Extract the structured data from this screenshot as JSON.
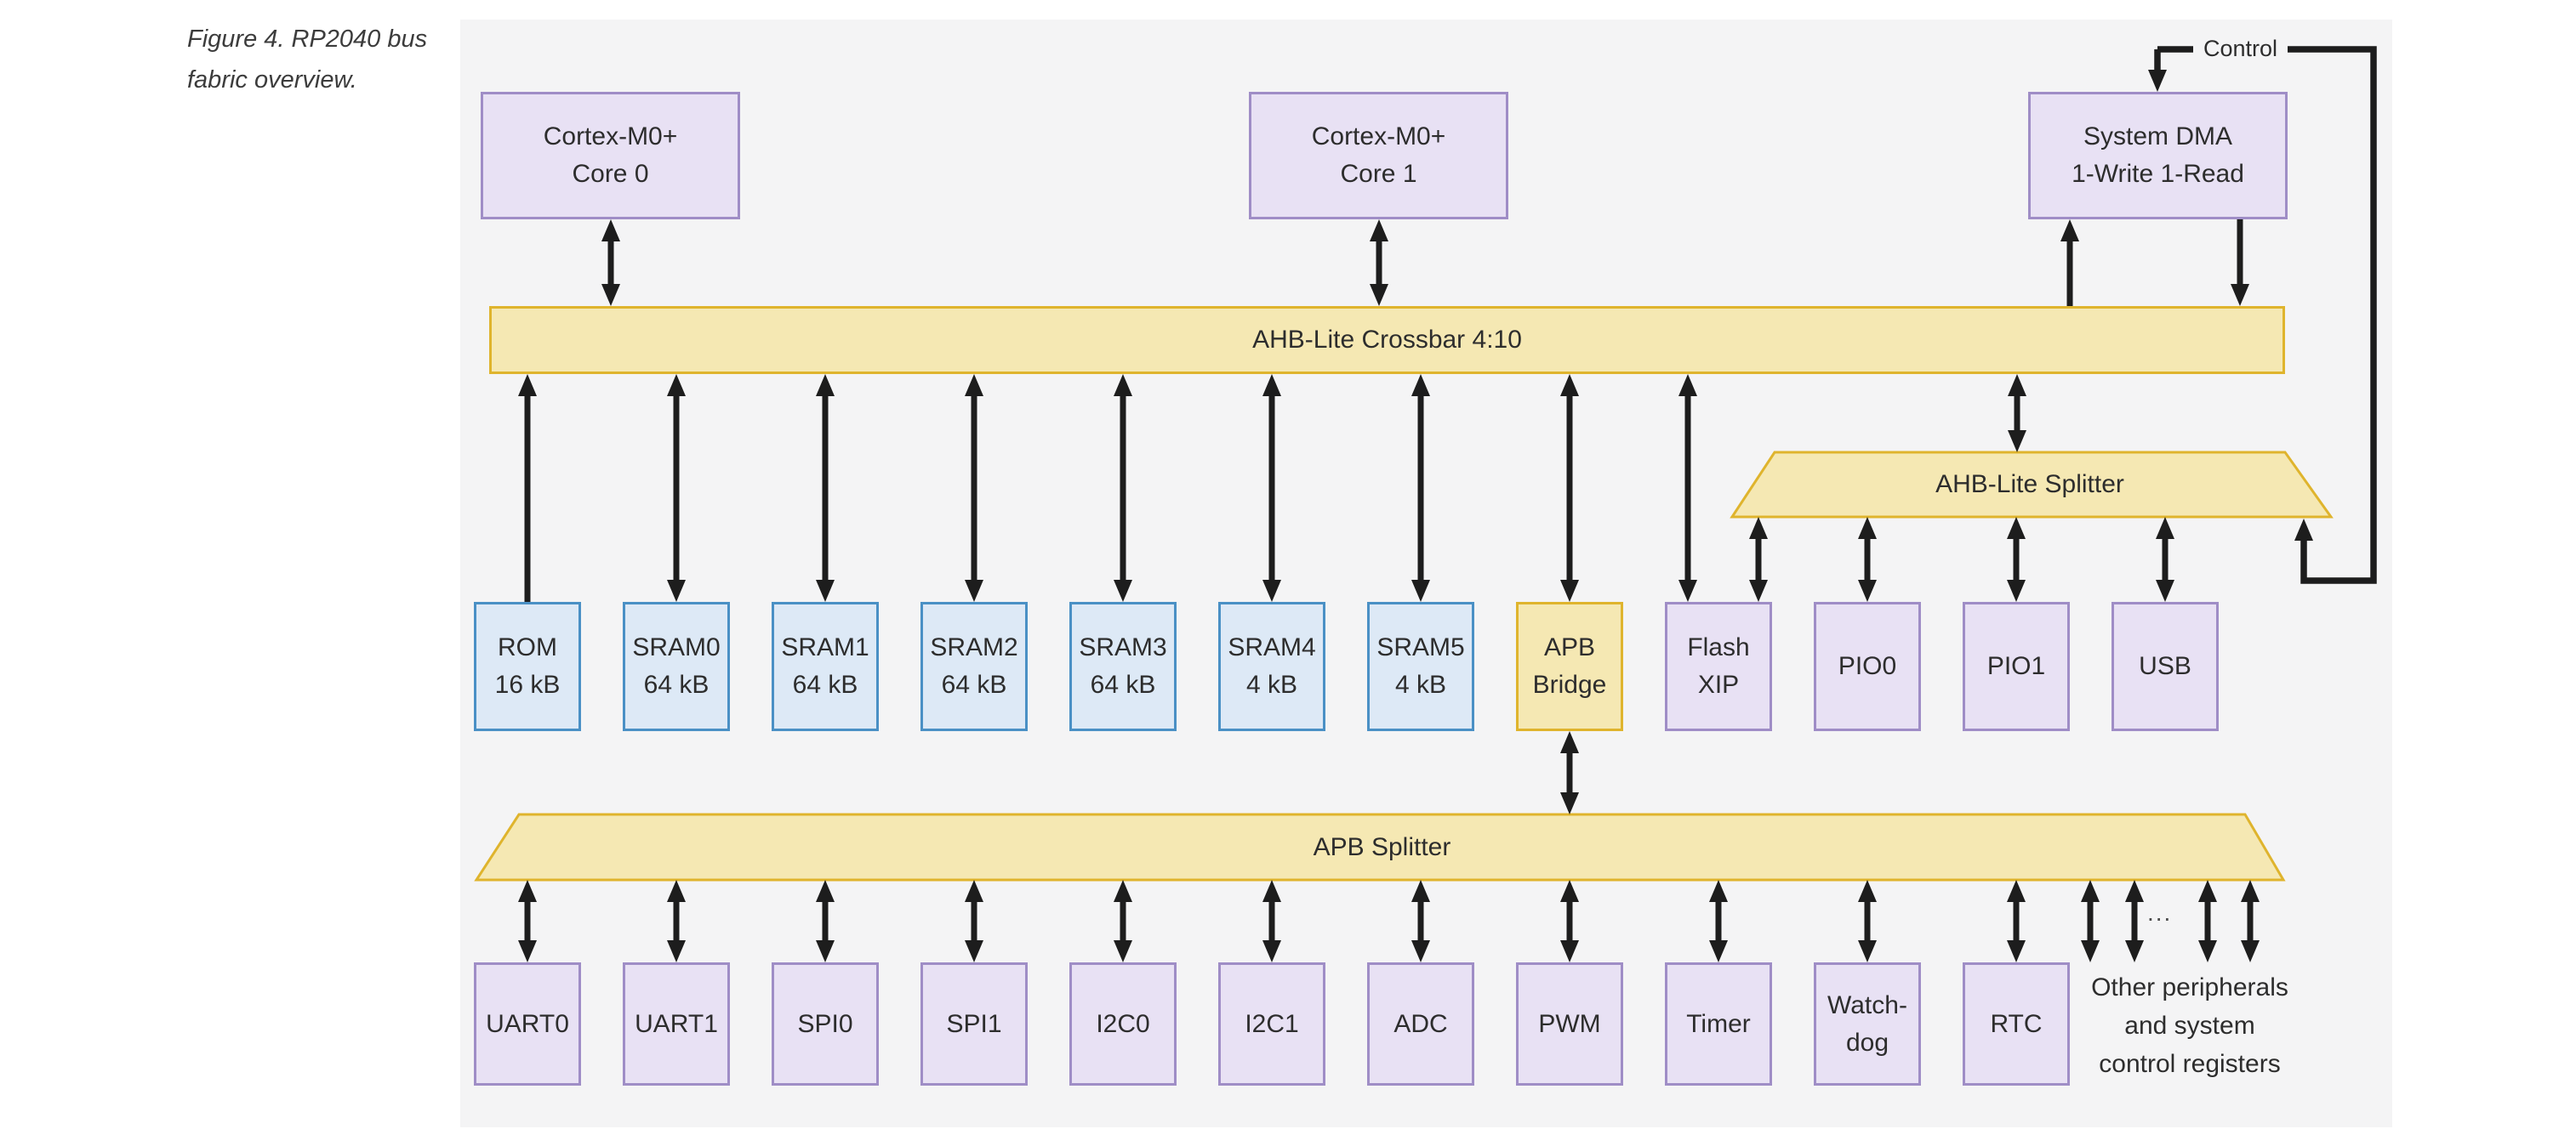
{
  "caption": {
    "line1": "Figure 4. RP2040 bus",
    "line2": "fabric overview."
  },
  "control_label": "Control",
  "crossbar_label": "AHB-Lite Crossbar 4:10",
  "ahb_splitter_label": "AHB-Lite Splitter",
  "apb_splitter_label": "APB Splitter",
  "cores": [
    {
      "lines": [
        "Cortex-M0+",
        "Core 0"
      ]
    },
    {
      "lines": [
        "Cortex-M0+",
        "Core 1"
      ]
    }
  ],
  "dma": {
    "lines": [
      "System DMA",
      "1-Write 1-Read"
    ]
  },
  "memory_row": [
    {
      "lines": [
        "ROM",
        "16 kB"
      ]
    },
    {
      "lines": [
        "SRAM0",
        "64 kB"
      ]
    },
    {
      "lines": [
        "SRAM1",
        "64 kB"
      ]
    },
    {
      "lines": [
        "SRAM2",
        "64 kB"
      ]
    },
    {
      "lines": [
        "SRAM3",
        "64 kB"
      ]
    },
    {
      "lines": [
        "SRAM4",
        "4 kB"
      ]
    },
    {
      "lines": [
        "SRAM5",
        "4 kB"
      ]
    }
  ],
  "apb_bridge": {
    "lines": [
      "APB",
      "Bridge"
    ]
  },
  "ahb_peripherals": [
    {
      "lines": [
        "Flash",
        "XIP"
      ]
    },
    {
      "lines": [
        "PIO0"
      ]
    },
    {
      "lines": [
        "PIO1"
      ]
    },
    {
      "lines": [
        "USB"
      ]
    }
  ],
  "apb_peripherals": [
    {
      "lines": [
        "UART0"
      ]
    },
    {
      "lines": [
        "UART1"
      ]
    },
    {
      "lines": [
        "SPI0"
      ]
    },
    {
      "lines": [
        "SPI1"
      ]
    },
    {
      "lines": [
        "I2C0"
      ]
    },
    {
      "lines": [
        "I2C1"
      ]
    },
    {
      "lines": [
        "ADC"
      ]
    },
    {
      "lines": [
        "PWM"
      ]
    },
    {
      "lines": [
        "Timer"
      ]
    },
    {
      "lines": [
        "Watch-",
        "dog"
      ]
    },
    {
      "lines": [
        "RTC"
      ]
    }
  ],
  "other_peripherals": {
    "ellipsis": "...",
    "lines": [
      "Other peripherals",
      "and system",
      "control registers"
    ]
  },
  "colors": {
    "panel": "#f4f4f5",
    "line": "#1d1d1d",
    "text": "#2d2d2d",
    "yellow-fill": "#f5e8b3",
    "yellow-border": "#dfb42d",
    "purple-fill": "#e8e1f4",
    "purple-border": "#9f8dc6",
    "blue-fill": "#dde9f6",
    "blue-border": "#4a90c5"
  }
}
